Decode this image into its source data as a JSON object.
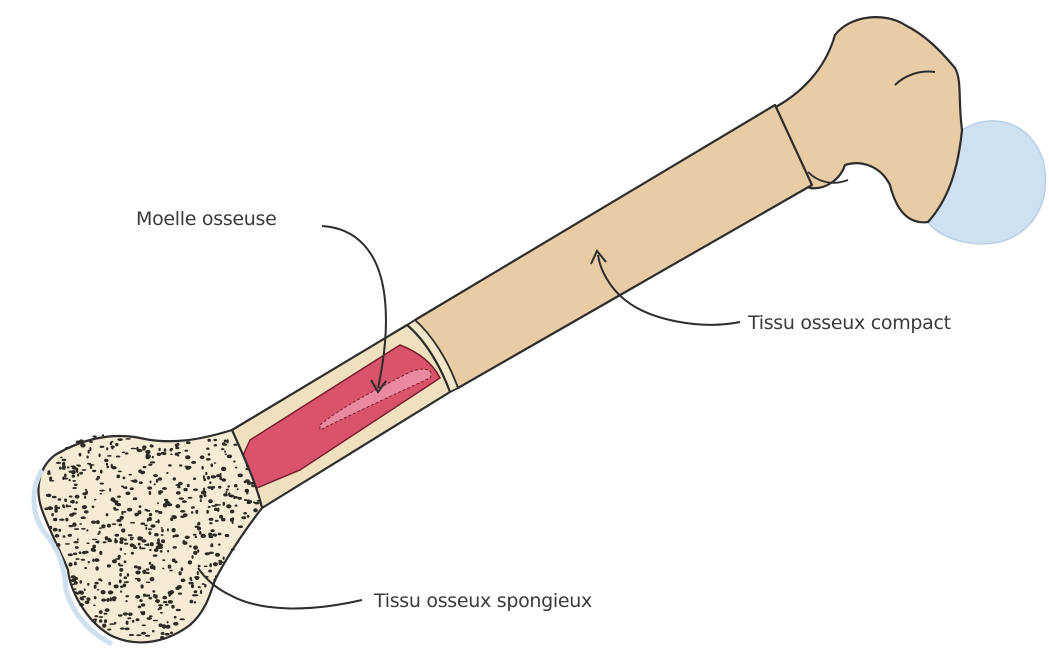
{
  "labels": {
    "marrow": "Moelle osseuse",
    "compact": "Tissu osseux compact",
    "spongy": "Tissu osseux spongieux"
  },
  "colors": {
    "bone": "#e8cca5",
    "cartilage": "#cfe0f1",
    "marrow": "#d9546b",
    "spongy_fill": "#f6ecd6",
    "outline": "#2d2d2d"
  }
}
